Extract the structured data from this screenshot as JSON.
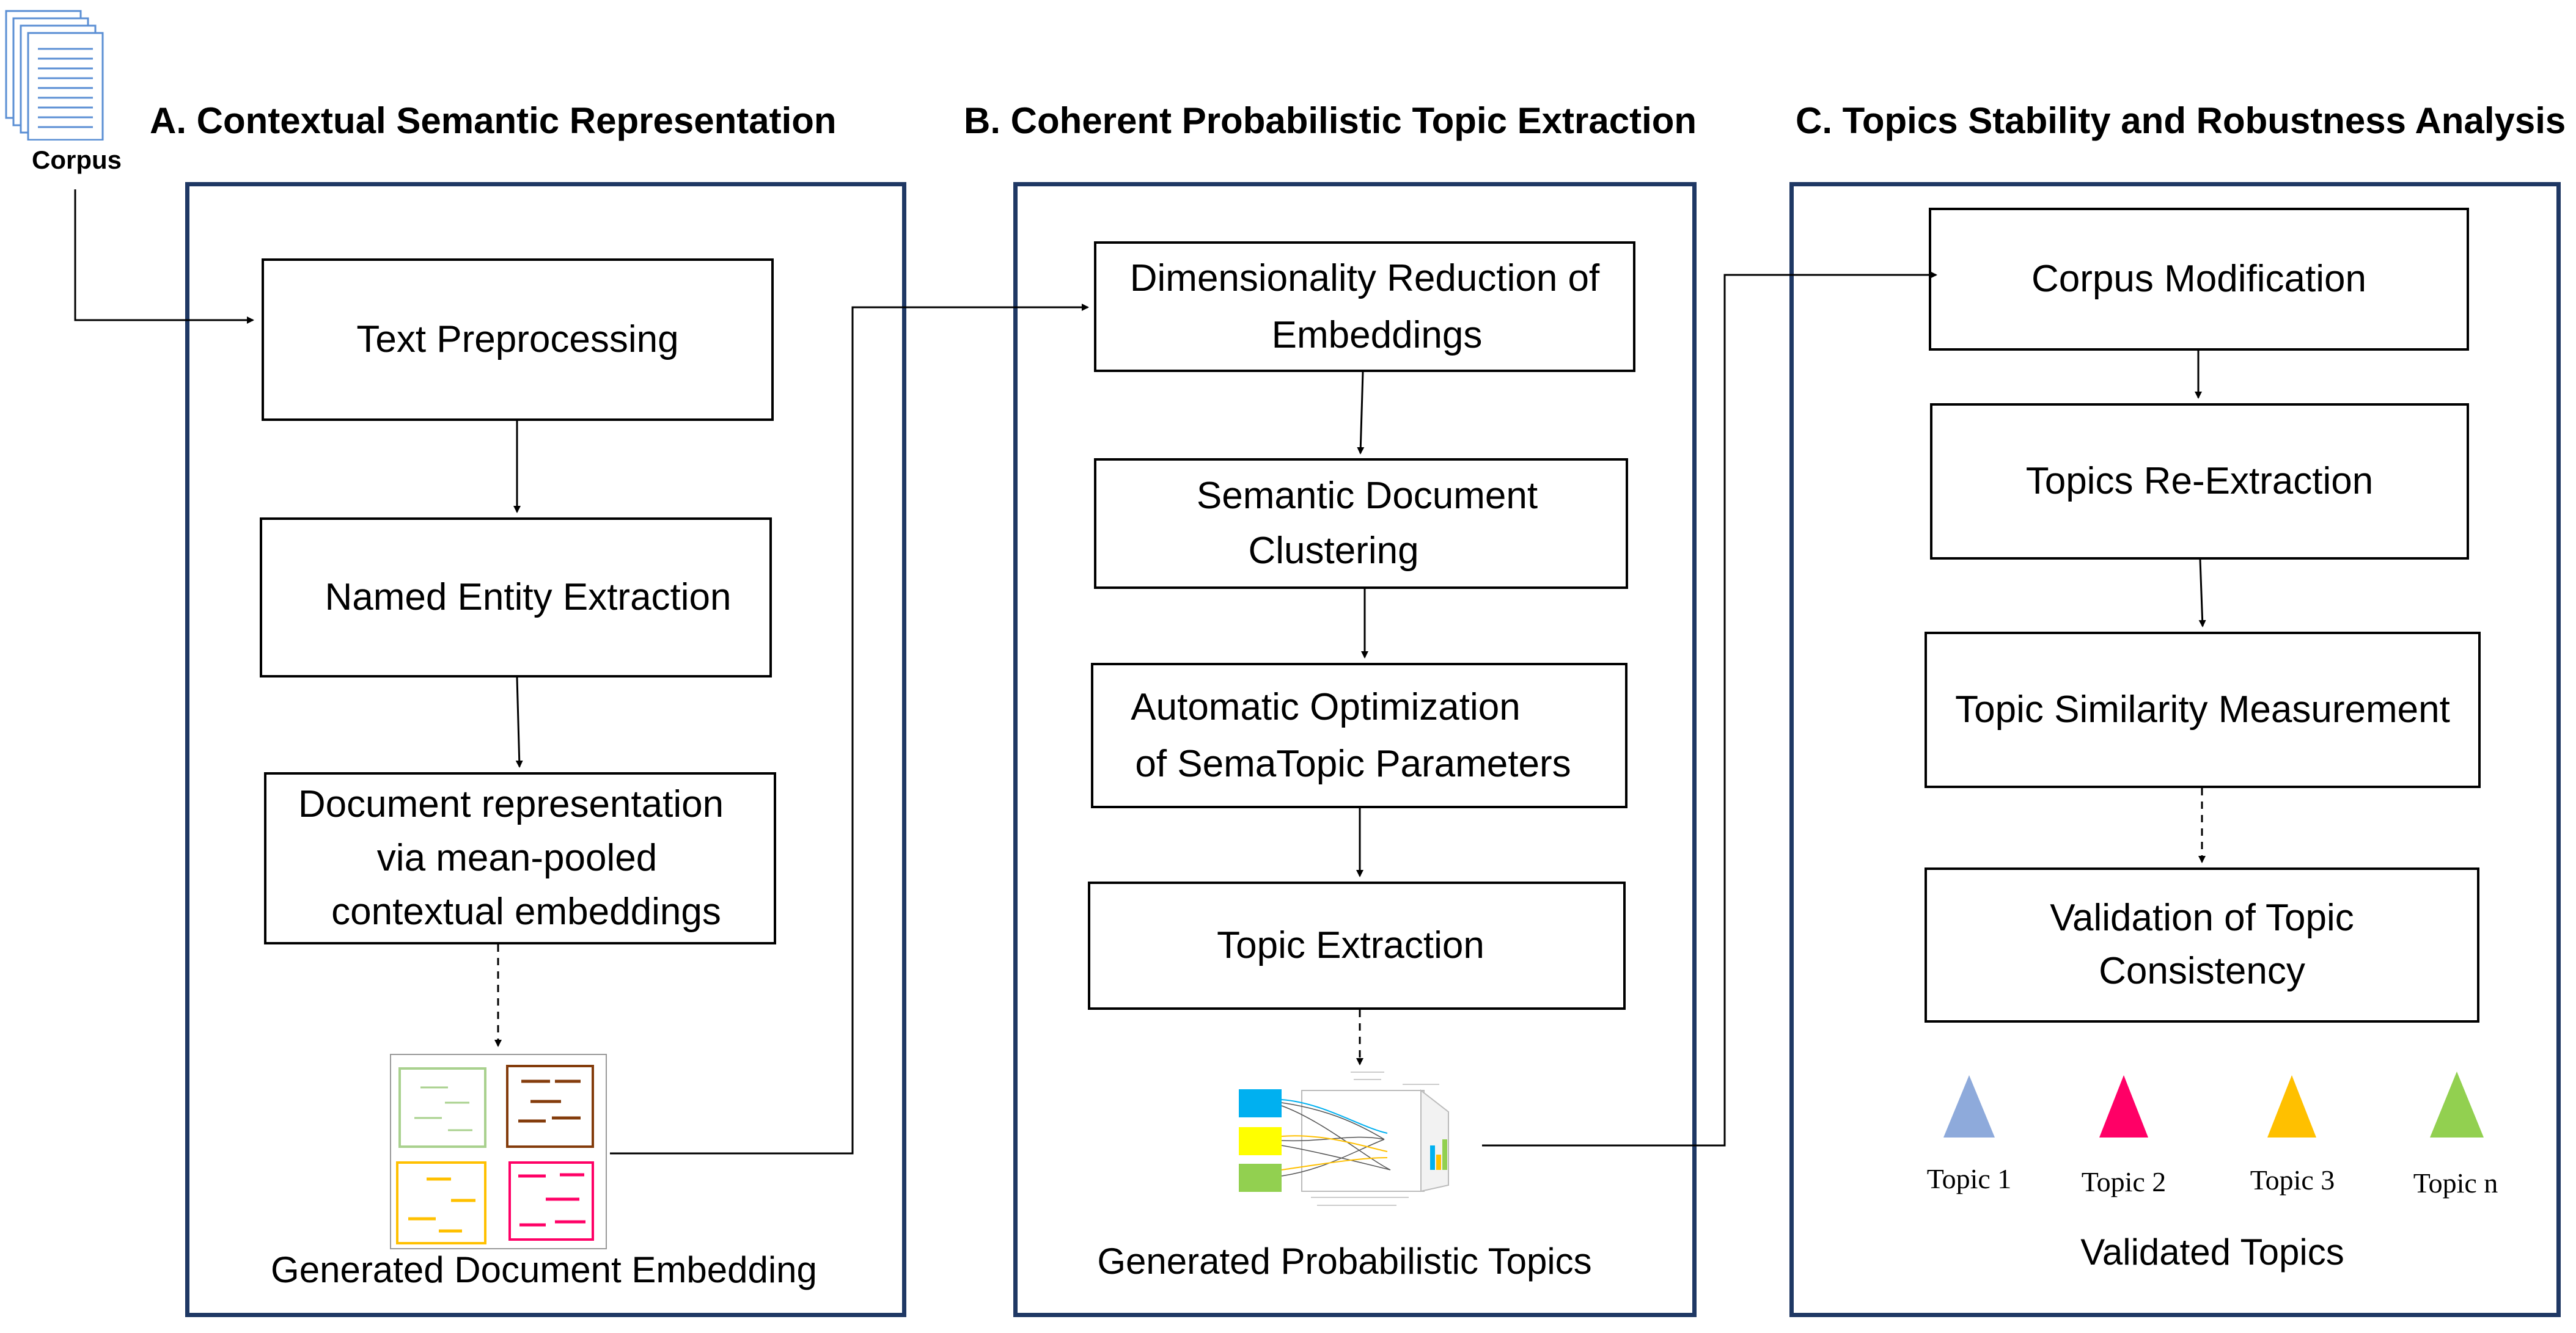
{
  "corpus": {
    "label": "Corpus",
    "icon": "document-stack-icon"
  },
  "sections": {
    "a": {
      "title": "A. Contextual Semantic Representation"
    },
    "b": {
      "title": "B. Coherent Probabilistic Topic Extraction"
    },
    "c": {
      "title": "C. Topics Stability and Robustness Analysis"
    }
  },
  "panel_a": {
    "steps": [
      {
        "lines": [
          "Text Preprocessing"
        ]
      },
      {
        "lines": [
          "Named Entity Extraction"
        ]
      },
      {
        "lines": [
          "Document representation",
          "via mean-pooled",
          "contextual embeddings"
        ]
      }
    ],
    "caption": "Generated Document Embedding"
  },
  "panel_b": {
    "steps": [
      {
        "lines": [
          "Dimensionality Reduction of",
          "Embeddings"
        ]
      },
      {
        "lines": [
          "Semantic Document",
          "Clustering"
        ]
      },
      {
        "lines": [
          "Automatic Optimization",
          "of  SemaTopic Parameters"
        ]
      },
      {
        "lines": [
          "Topic Extraction"
        ]
      }
    ],
    "caption": "Generated Probabilistic Topics"
  },
  "panel_c": {
    "steps": [
      {
        "lines": [
          "Corpus Modification"
        ]
      },
      {
        "lines": [
          "Topics Re-Extraction"
        ]
      },
      {
        "lines": [
          "Topic Similarity Measurement"
        ]
      },
      {
        "lines": [
          "Validation of Topic",
          "Consistency"
        ]
      }
    ],
    "topics": [
      {
        "label": "Topic 1",
        "color": "#8eaadb"
      },
      {
        "label": "Topic 2",
        "color": "#ff0066"
      },
      {
        "label": "Topic 3",
        "color": "#ffc000"
      },
      {
        "label": "Topic n",
        "color": "#92d050"
      }
    ],
    "caption": "Validated Topics"
  }
}
